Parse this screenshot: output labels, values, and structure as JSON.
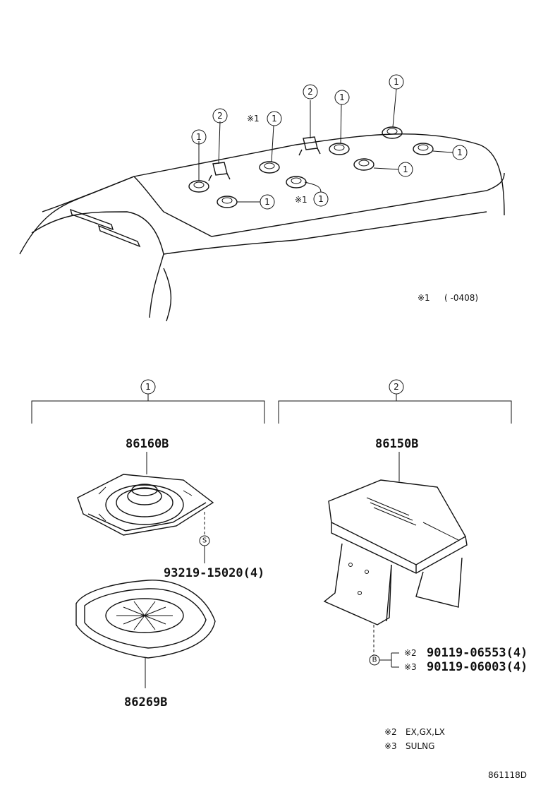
{
  "diagram": {
    "callout_refs": {
      "part_1": "1",
      "part_2": "2"
    },
    "footnote_mark_1": "※1",
    "footnote_range_1": "(      -0408)",
    "group_1": {
      "ref": "1",
      "speaker_part_no": "86160B",
      "screw_symbol": "S",
      "screw_part_no": "93219-15020(4)",
      "grille_part_no": "86269B"
    },
    "group_2": {
      "ref": "2",
      "amp_part_no": "86150B",
      "bolt_symbol": "B",
      "bolt_variant_1_mark": "※2",
      "bolt_variant_1_part_no": "90119-06553(4)",
      "bolt_variant_2_mark": "※3",
      "bolt_variant_2_part_no": "90119-06003(4)"
    },
    "legend": [
      {
        "mark": "※2",
        "text": "EX,GX,LX"
      },
      {
        "mark": "※3",
        "text": "SULNG"
      }
    ],
    "figure_id": "861118D"
  }
}
